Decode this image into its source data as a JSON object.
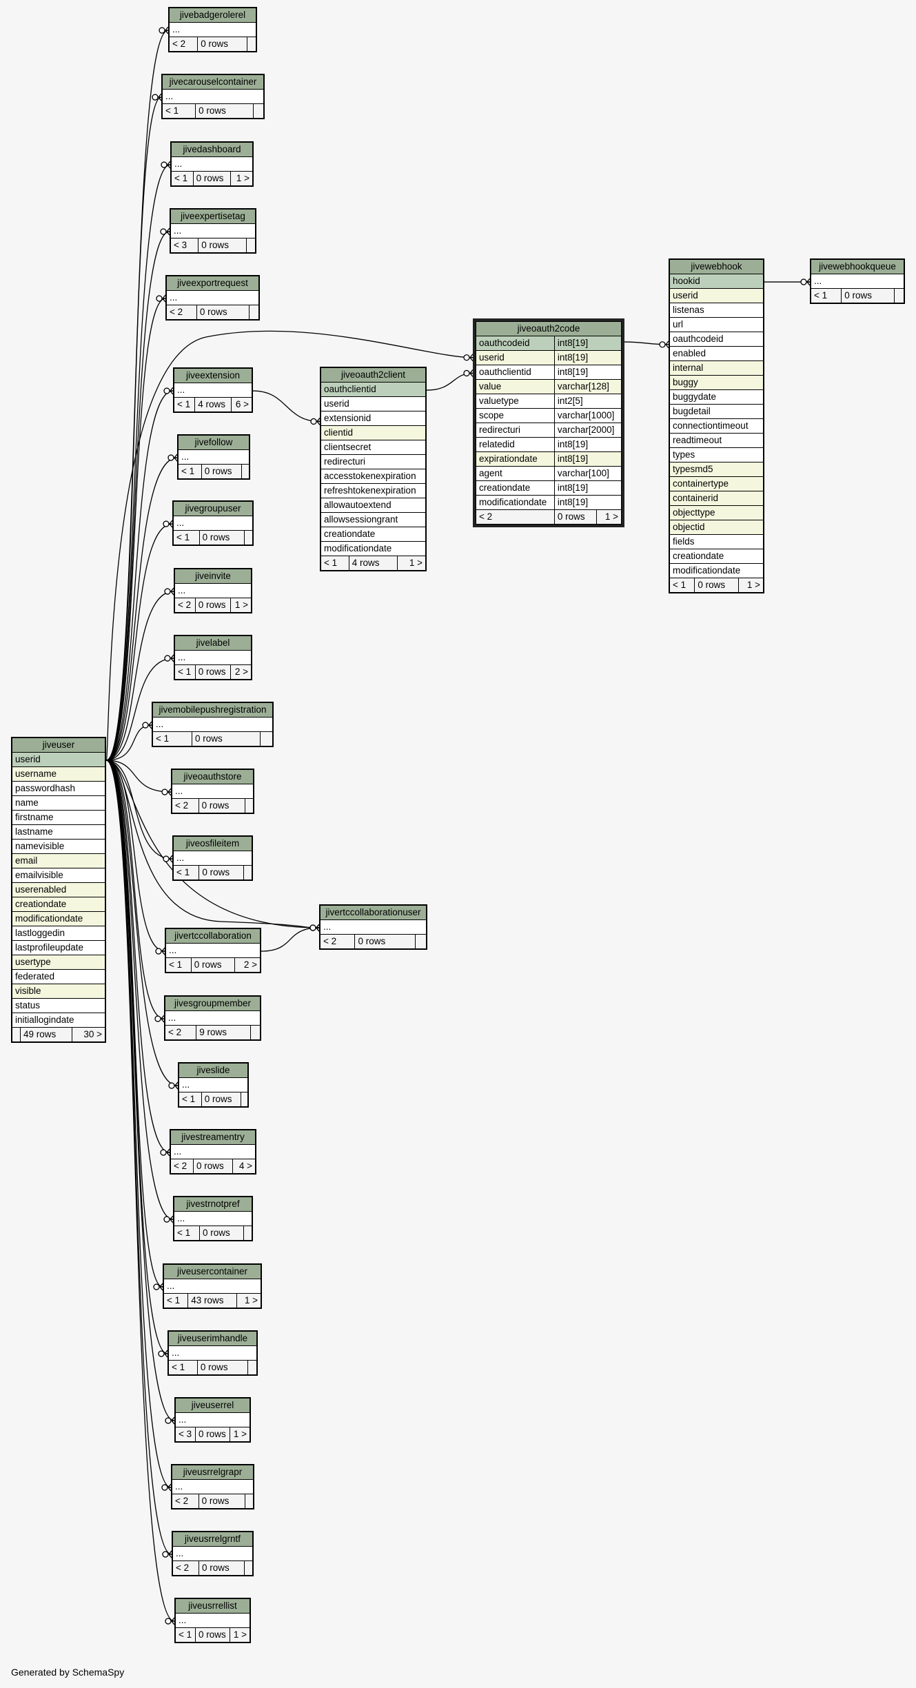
{
  "footer": "Generated by SchemaSpy",
  "tables": {
    "jiveuser": {
      "name": "jiveuser",
      "columns": [
        {
          "n": "userid",
          "k": "pk"
        },
        {
          "n": "username",
          "k": "idx"
        },
        {
          "n": "passwordhash"
        },
        {
          "n": "name"
        },
        {
          "n": "firstname"
        },
        {
          "n": "lastname"
        },
        {
          "n": "namevisible"
        },
        {
          "n": "email",
          "k": "idx"
        },
        {
          "n": "emailvisible"
        },
        {
          "n": "userenabled",
          "k": "idx"
        },
        {
          "n": "creationdate",
          "k": "idx"
        },
        {
          "n": "modificationdate",
          "k": "idx"
        },
        {
          "n": "lastloggedin"
        },
        {
          "n": "lastprofileupdate"
        },
        {
          "n": "usertype",
          "k": "idx"
        },
        {
          "n": "federated"
        },
        {
          "n": "visible",
          "k": "idx"
        },
        {
          "n": "status"
        },
        {
          "n": "initiallogindate"
        }
      ],
      "stats": [
        "",
        "49 rows",
        "30 >"
      ]
    },
    "jiveoauth2client": {
      "name": "jiveoauth2client",
      "columns": [
        {
          "n": "oauthclientid",
          "k": "pk"
        },
        {
          "n": "userid"
        },
        {
          "n": "extensionid"
        },
        {
          "n": "clientid",
          "k": "idx"
        },
        {
          "n": "clientsecret"
        },
        {
          "n": "redirecturi"
        },
        {
          "n": "accesstokenexpiration"
        },
        {
          "n": "refreshtokenexpiration"
        },
        {
          "n": "allowautoextend"
        },
        {
          "n": "allowsessiongrant"
        },
        {
          "n": "creationdate"
        },
        {
          "n": "modificationdate"
        }
      ],
      "stats": [
        "< 1",
        "4 rows",
        "1 >"
      ]
    },
    "jiveoauth2code": {
      "name": "jiveoauth2code",
      "columns": [
        {
          "n": "oauthcodeid",
          "t": "int8[19]",
          "k": "pk"
        },
        {
          "n": "userid",
          "t": "int8[19]",
          "k": "idx"
        },
        {
          "n": "oauthclientid",
          "t": "int8[19]"
        },
        {
          "n": "value",
          "t": "varchar[128]",
          "k": "idx"
        },
        {
          "n": "valuetype",
          "t": "int2[5]"
        },
        {
          "n": "scope",
          "t": "varchar[1000]"
        },
        {
          "n": "redirecturi",
          "t": "varchar[2000]"
        },
        {
          "n": "relatedid",
          "t": "int8[19]"
        },
        {
          "n": "expirationdate",
          "t": "int8[19]",
          "k": "idx"
        },
        {
          "n": "agent",
          "t": "varchar[100]"
        },
        {
          "n": "creationdate",
          "t": "int8[19]"
        },
        {
          "n": "modificationdate",
          "t": "int8[19]"
        }
      ],
      "stats": [
        "< 2",
        "0 rows",
        "1 >"
      ]
    },
    "jivewebhook": {
      "name": "jivewebhook",
      "columns": [
        {
          "n": "hookid",
          "k": "pk"
        },
        {
          "n": "userid",
          "k": "idx"
        },
        {
          "n": "listenas"
        },
        {
          "n": "url"
        },
        {
          "n": "oauthcodeid"
        },
        {
          "n": "enabled"
        },
        {
          "n": "internal",
          "k": "idx"
        },
        {
          "n": "buggy",
          "k": "idx"
        },
        {
          "n": "buggydate"
        },
        {
          "n": "bugdetail"
        },
        {
          "n": "connectiontimeout"
        },
        {
          "n": "readtimeout"
        },
        {
          "n": "types"
        },
        {
          "n": "typesmd5",
          "k": "idx"
        },
        {
          "n": "containertype",
          "k": "idx"
        },
        {
          "n": "containerid",
          "k": "idx"
        },
        {
          "n": "objecttype",
          "k": "idx"
        },
        {
          "n": "objectid",
          "k": "idx"
        },
        {
          "n": "fields"
        },
        {
          "n": "creationdate"
        },
        {
          "n": "modificationdate"
        }
      ],
      "stats": [
        "< 1",
        "0 rows",
        "1 >"
      ]
    },
    "jivewebhookqueue": {
      "name": "jivewebhookqueue",
      "stats": [
        "< 1",
        "0 rows",
        ""
      ]
    },
    "jivertccollaborationuser": {
      "name": "jivertccollaborationuser",
      "stats": [
        "< 2",
        "0 rows",
        ""
      ]
    },
    "jivebadgerolerel": {
      "name": "jivebadgerolerel",
      "stats": [
        "< 2",
        "0 rows",
        ""
      ]
    },
    "jivecarouselcontainer": {
      "name": "jivecarouselcontainer",
      "stats": [
        "< 1",
        "0 rows",
        ""
      ]
    },
    "jivedashboard": {
      "name": "jivedashboard",
      "stats": [
        "< 1",
        "0 rows",
        "1 >"
      ]
    },
    "jiveexpertisetag": {
      "name": "jiveexpertisetag",
      "stats": [
        "< 3",
        "0 rows",
        ""
      ]
    },
    "jiveexportrequest": {
      "name": "jiveexportrequest",
      "stats": [
        "< 2",
        "0 rows",
        ""
      ]
    },
    "jiveextension": {
      "name": "jiveextension",
      "stats": [
        "< 1",
        "4 rows",
        "6 >"
      ]
    },
    "jivefollow": {
      "name": "jivefollow",
      "stats": [
        "< 1",
        "0 rows",
        ""
      ]
    },
    "jivegroupuser": {
      "name": "jivegroupuser",
      "stats": [
        "< 1",
        "0 rows",
        ""
      ]
    },
    "jiveinvite": {
      "name": "jiveinvite",
      "stats": [
        "< 2",
        "0 rows",
        "1 >"
      ]
    },
    "jivelabel": {
      "name": "jivelabel",
      "stats": [
        "< 1",
        "0 rows",
        "2 >"
      ]
    },
    "jivemobilepushregistration": {
      "name": "jivemobilepushregistration",
      "stats": [
        "< 1",
        "0 rows",
        ""
      ]
    },
    "jiveoauthstore": {
      "name": "jiveoauthstore",
      "stats": [
        "< 2",
        "0 rows",
        ""
      ]
    },
    "jiveosfileitem": {
      "name": "jiveosfileitem",
      "stats": [
        "< 1",
        "0 rows",
        ""
      ]
    },
    "jivertccollaboration": {
      "name": "jivertccollaboration",
      "stats": [
        "< 1",
        "0 rows",
        "2 >"
      ]
    },
    "jivesgroupmember": {
      "name": "jivesgroupmember",
      "stats": [
        "< 2",
        "9 rows",
        ""
      ]
    },
    "jiveslide": {
      "name": "jiveslide",
      "stats": [
        "< 1",
        "0 rows",
        ""
      ]
    },
    "jivestreamentry": {
      "name": "jivestreamentry",
      "stats": [
        "< 2",
        "0 rows",
        "4 >"
      ]
    },
    "jivestrnotpref": {
      "name": "jivestrnotpref",
      "stats": [
        "< 1",
        "0 rows",
        ""
      ]
    },
    "jiveusercontainer": {
      "name": "jiveusercontainer",
      "stats": [
        "< 1",
        "43 rows",
        "1 >"
      ]
    },
    "jiveuserimhandle": {
      "name": "jiveuserimhandle",
      "stats": [
        "< 1",
        "0 rows",
        ""
      ]
    },
    "jiveuserrel": {
      "name": "jiveuserrel",
      "stats": [
        "< 3",
        "0 rows",
        "1 >"
      ]
    },
    "jiveusrrelgrapr": {
      "name": "jiveusrrelgrapr",
      "stats": [
        "< 2",
        "0 rows",
        ""
      ]
    },
    "jiveusrrelgrntf": {
      "name": "jiveusrrelgrntf",
      "stats": [
        "< 2",
        "0 rows",
        ""
      ]
    },
    "jiveusrrellist": {
      "name": "jiveusrrellist",
      "stats": [
        "< 1",
        "0 rows",
        "1 >"
      ]
    }
  },
  "ellipsis": "..."
}
